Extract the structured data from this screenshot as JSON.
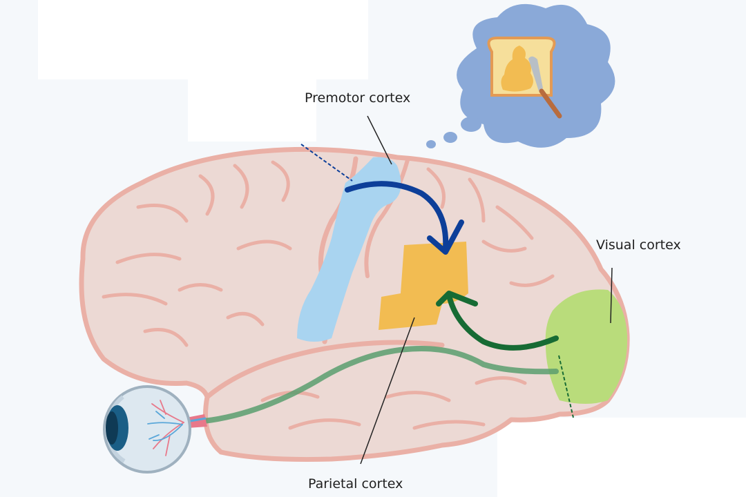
{
  "labels": {
    "premotor": "Premotor cortex",
    "visual": "Visual cortex",
    "parietal": "Parietal cortex"
  },
  "colors": {
    "background": "#f5f8fb",
    "brain_fill": "#ecd9d4",
    "brain_outline": "#eab0a6",
    "premotor_region": "#a9d4f0",
    "parietal_region": "#f2bc52",
    "visual_region": "#b9dc7b",
    "arrow_premotor": "#0d3f99",
    "arrow_visual": "#176b34",
    "visual_pathway": "#5b9d6e",
    "thought_cloud": "#8aa9d8",
    "eye_iris": "#1a5e86"
  },
  "icons": {
    "thought": "toast-with-butter-knife-icon",
    "eye": "eyeball-icon"
  }
}
